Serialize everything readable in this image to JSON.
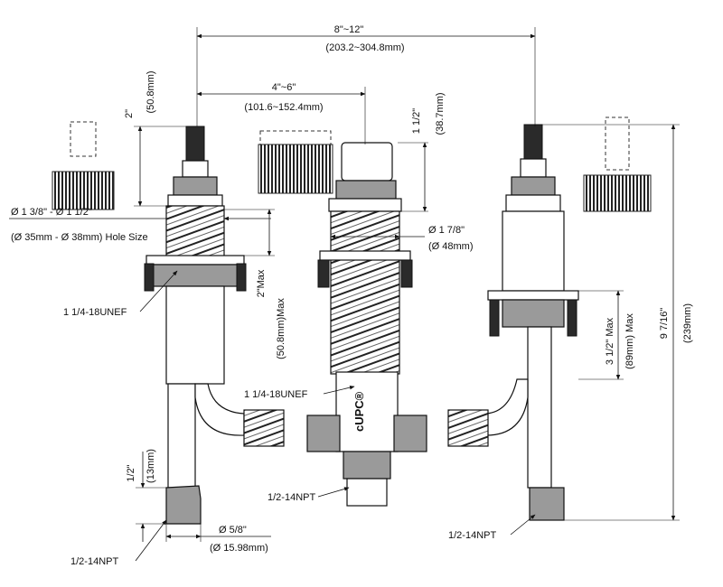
{
  "labels": {
    "width_overall": "8\"~12\"",
    "width_overall_mm": "(203.2~304.8mm)",
    "width_center": "4\"~6\"",
    "width_center_mm": "(101.6~152.4mm)",
    "stem_height": "2\"",
    "stem_height_mm": "(50.8mm)",
    "spout_height": "1 1/2\"",
    "spout_height_mm": "(38.7mm)",
    "hole_size_in": "Ø 1 3/8\" - Ø 1 1/2\"",
    "hole_size_mm": "(Ø 35mm - Ø 38mm) Hole Size",
    "shank_dia": "Ø 1 7/8\"",
    "shank_dia_mm": "(Ø 48mm)",
    "deck_max": "2\"Max",
    "deck_max_mm": "(50.8mm)Max",
    "thread_left": "1 1/4-18UNEF",
    "thread_center": "1 1/4-18UNEF",
    "deck_max_right": "3 1/2\" Max",
    "deck_max_right_mm": "(89mm) Max",
    "total_height": "9 7/16\"",
    "total_height_mm": "(239mm)",
    "inlet_len": "1/2\"",
    "inlet_len_mm": "(13mm)",
    "npt_center": "1/2-14NPT",
    "npt_left": "1/2-14NPT",
    "npt_right": "1/2-14NPT",
    "inlet_dia": "Ø 5/8\"",
    "inlet_dia_mm": "(Ø 15.98mm)",
    "valve_mark": "cUPC®"
  }
}
